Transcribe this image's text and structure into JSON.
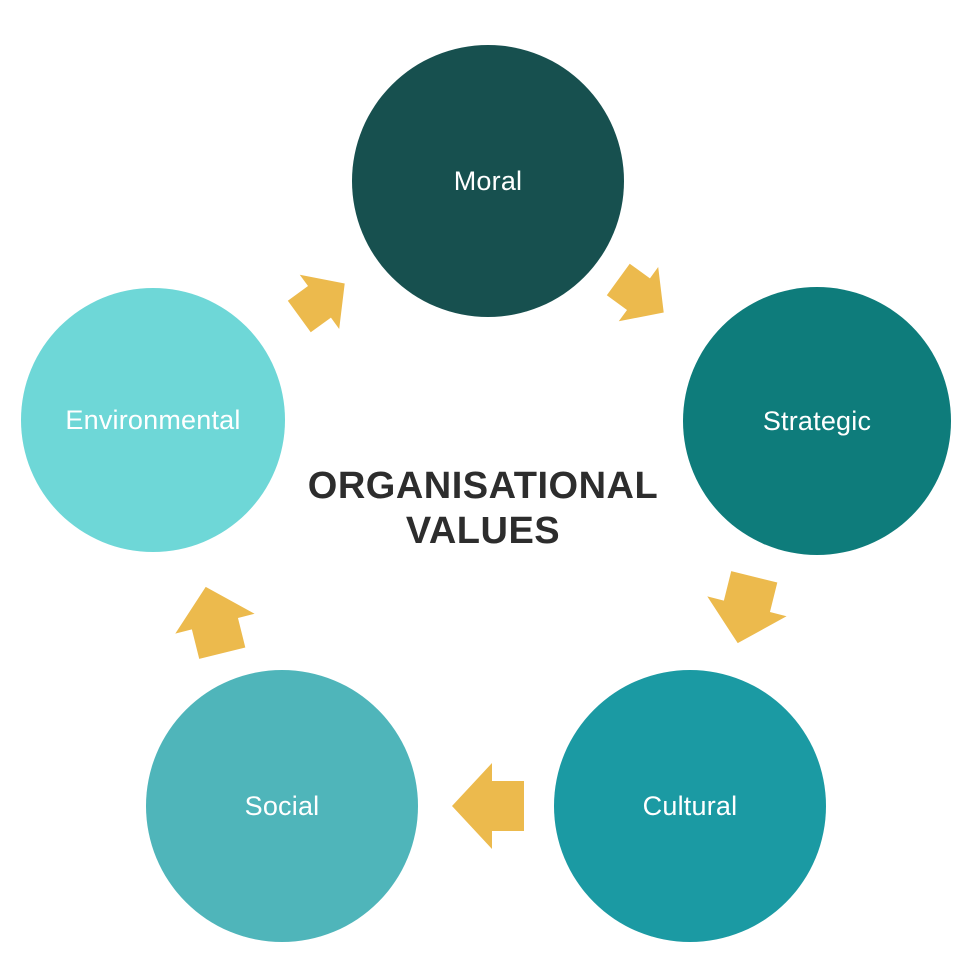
{
  "title": "ORGANISATIONAL VALUES",
  "title_color": "#2d2d2d",
  "background_color": "#ffffff",
  "diagram": {
    "type": "cycle",
    "label_color": "#ffffff",
    "arrow_color": "#ecba4d",
    "nodes": [
      {
        "label": "Moral",
        "color": "#17504f",
        "position": "top"
      },
      {
        "label": "Strategic",
        "color": "#0e7c7b",
        "position": "right"
      },
      {
        "label": "Cultural",
        "color": "#1b9aa3",
        "position": "bottom-right"
      },
      {
        "label": "Social",
        "color": "#4fb5ba",
        "position": "bottom-left"
      },
      {
        "label": "Environmental",
        "color": "#6ed7d7",
        "position": "left"
      }
    ],
    "flow": [
      {
        "from": "Moral",
        "to": "Strategic"
      },
      {
        "from": "Strategic",
        "to": "Cultural"
      },
      {
        "from": "Cultural",
        "to": "Social"
      },
      {
        "from": "Social",
        "to": "Environmental"
      },
      {
        "from": "Environmental",
        "to": "Moral"
      }
    ]
  }
}
